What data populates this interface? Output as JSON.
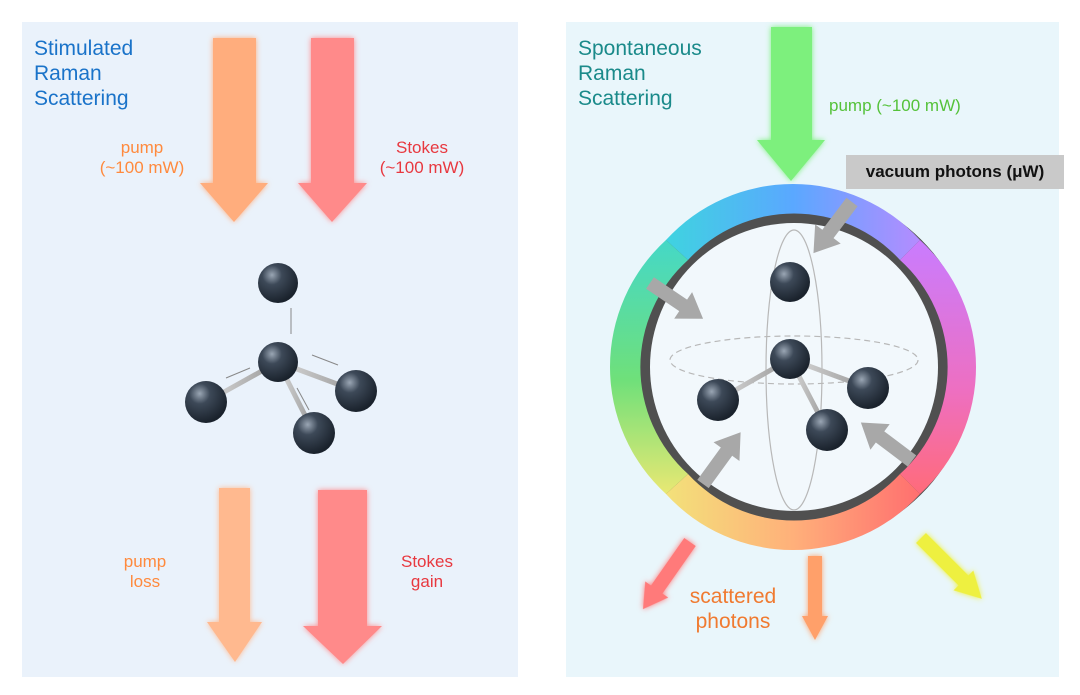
{
  "colors": {
    "panel_bg": "#eaf2fb",
    "pump": "#ffad7d",
    "stokes": "#ff8a8a",
    "green_pump": "#7df07d",
    "yellow": "#eef040",
    "atom": "#2e3845",
    "gray_arrow": "#a8a8a8",
    "ring_border": "#505050"
  },
  "left_panel": {
    "title": "Stimulated\nRaman\nScattering",
    "title_color": "#1a73c9",
    "pump_in": "pump\n(~100 mW)",
    "stokes_in": "Stokes\n(~100 mW)",
    "pump_out": "pump\nloss",
    "stokes_out": "Stokes\ngain",
    "pump_color": "#ff8a3d",
    "stokes_color": "#e8383f"
  },
  "right_panel": {
    "title": "Spontaneous\nRaman\nScattering",
    "title_color": "#1a8a8a",
    "pump_in": "pump (~100 mW)",
    "pump_color": "#55c23a",
    "vacuum_label": "vacuum photons (μW)",
    "scattered": "scattered\nphotons",
    "scattered_color": "#f07a30"
  }
}
